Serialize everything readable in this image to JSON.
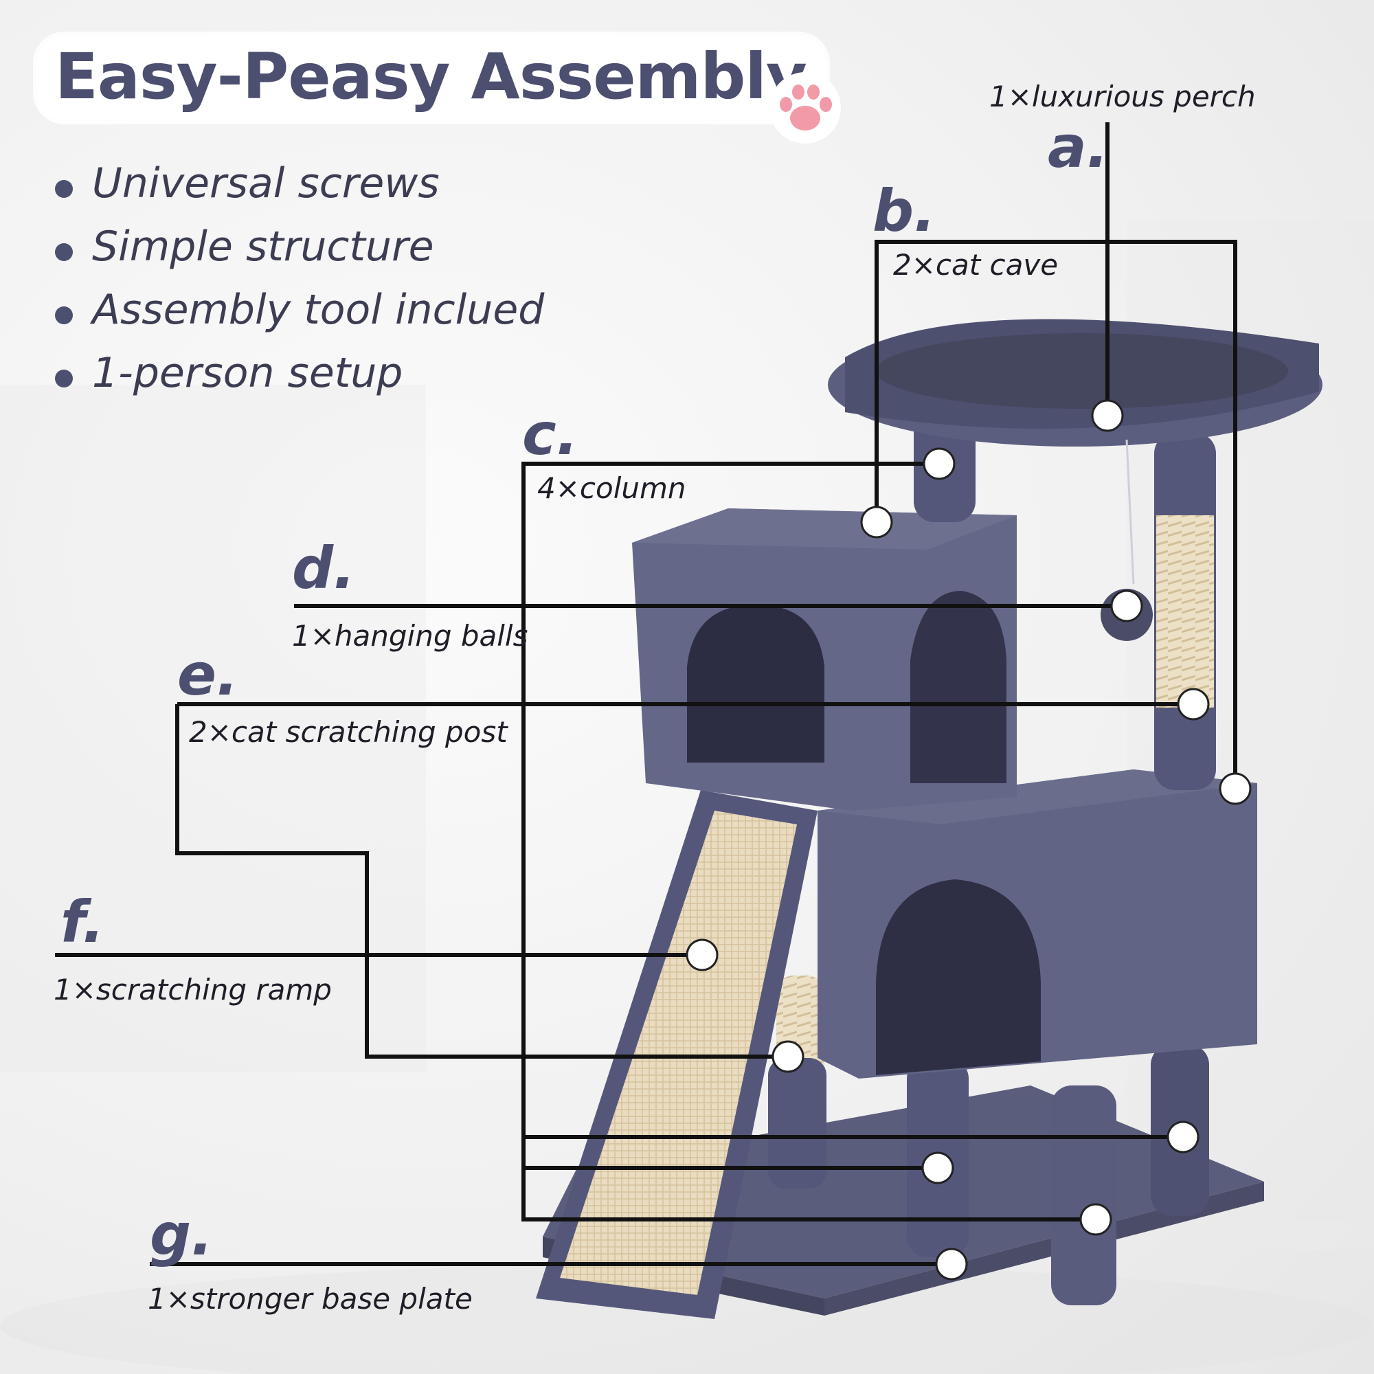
{
  "title": "Easy-Peasy Assembly",
  "features": [
    "Universal screws",
    "Simple structure",
    "Assembly tool inclued",
    "1-person setup"
  ],
  "parts": [
    {
      "letter": "a.",
      "label": "1×luxurious perch"
    },
    {
      "letter": "b.",
      "label": "2×cat cave"
    },
    {
      "letter": "c.",
      "label": "4×column"
    },
    {
      "letter": "d.",
      "label": "1×hanging balls"
    },
    {
      "letter": "e.",
      "label": "2×cat scratching post"
    },
    {
      "letter": "f.",
      "label": "1×scratching ramp"
    },
    {
      "letter": "g.",
      "label": "1×stronger base plate"
    }
  ],
  "colors": {
    "accent": "#4c4f70",
    "plush": "#5e6080",
    "plush_dark": "#3f4160",
    "sisal": "#e9dcc0",
    "paw": "#f29aa8",
    "line": "#111111"
  },
  "icons": [
    "paw-print-icon"
  ]
}
